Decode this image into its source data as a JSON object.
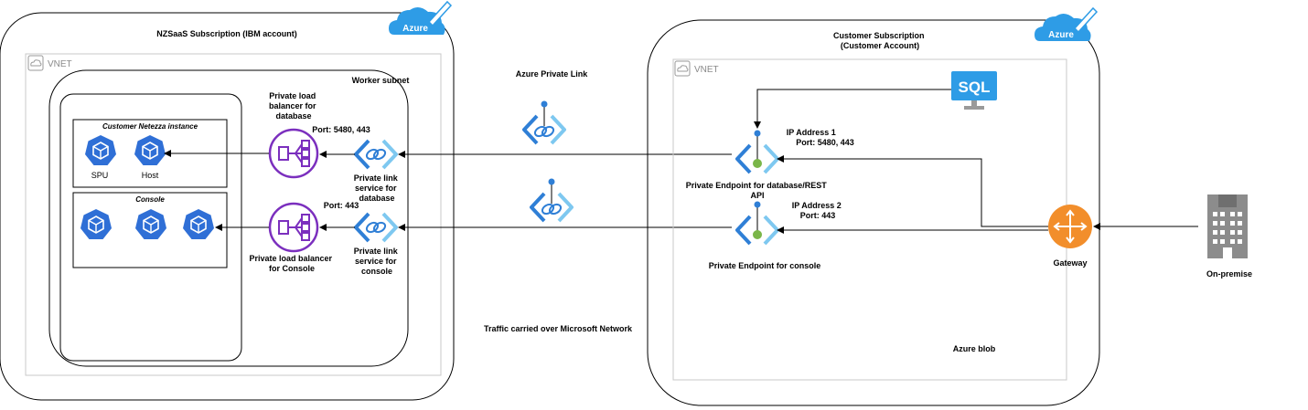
{
  "colors": {
    "azure_blue": "#2E9CE6",
    "k8s_blue": "#2F6FD6",
    "load_balancer_purple": "#7B2FBE",
    "private_link_blue": "#2F7FD6",
    "endpoint_green": "#7AB648",
    "gateway_orange": "#F28E2B",
    "building_gray": "#8C8C8C"
  },
  "left_subscription": {
    "title": "NZSaaS Subscription (IBM account)",
    "azure_badge": "Azure",
    "vnet_label": "VNET",
    "worker_subnet_label": "Worker subnet",
    "netezza_instance": {
      "title": "Customer Netezza instance",
      "nodes": [
        {
          "icon": "kubernetes-pod-icon",
          "label": "SPU"
        },
        {
          "icon": "kubernetes-pod-icon",
          "label": "Host"
        }
      ]
    },
    "console_group": {
      "title": "Console",
      "nodes": [
        {
          "icon": "kubernetes-pod-icon"
        },
        {
          "icon": "kubernetes-pod-icon"
        },
        {
          "icon": "kubernetes-pod-icon"
        }
      ]
    },
    "lb_database": {
      "label_lines": [
        "Private load",
        "balancer for",
        "database"
      ],
      "port": "Port: 5480, 443"
    },
    "lb_console": {
      "label_lines": [
        "Private load balancer",
        "for Console"
      ],
      "port": "Port: 443"
    },
    "pls_database": {
      "label_lines": [
        "Private link",
        "service for",
        "database"
      ]
    },
    "pls_console": {
      "label_lines": [
        "Private link",
        "service for",
        "console"
      ]
    }
  },
  "middle": {
    "private_link_title": "Azure Private Link",
    "traffic_label": "Traffic carried over Microsoft Network"
  },
  "right_subscription": {
    "title_lines": [
      "Customer Subscription",
      "(Customer Account)"
    ],
    "azure_badge": "Azure",
    "vnet_label": "VNET",
    "sql_label": "SQL",
    "endpoint_database": {
      "label_lines": [
        "Private Endpoint for database/REST",
        "API"
      ],
      "ip_lines": [
        "IP Address 1",
        "Port: 5480, 443"
      ]
    },
    "endpoint_console": {
      "label": "Private Endpoint for console",
      "ip_lines": [
        "IP Address 2",
        "Port: 443"
      ]
    },
    "azure_blob_label": "Azure blob",
    "gateway_label": "Gateway"
  },
  "on_premise_label": "On-premise"
}
